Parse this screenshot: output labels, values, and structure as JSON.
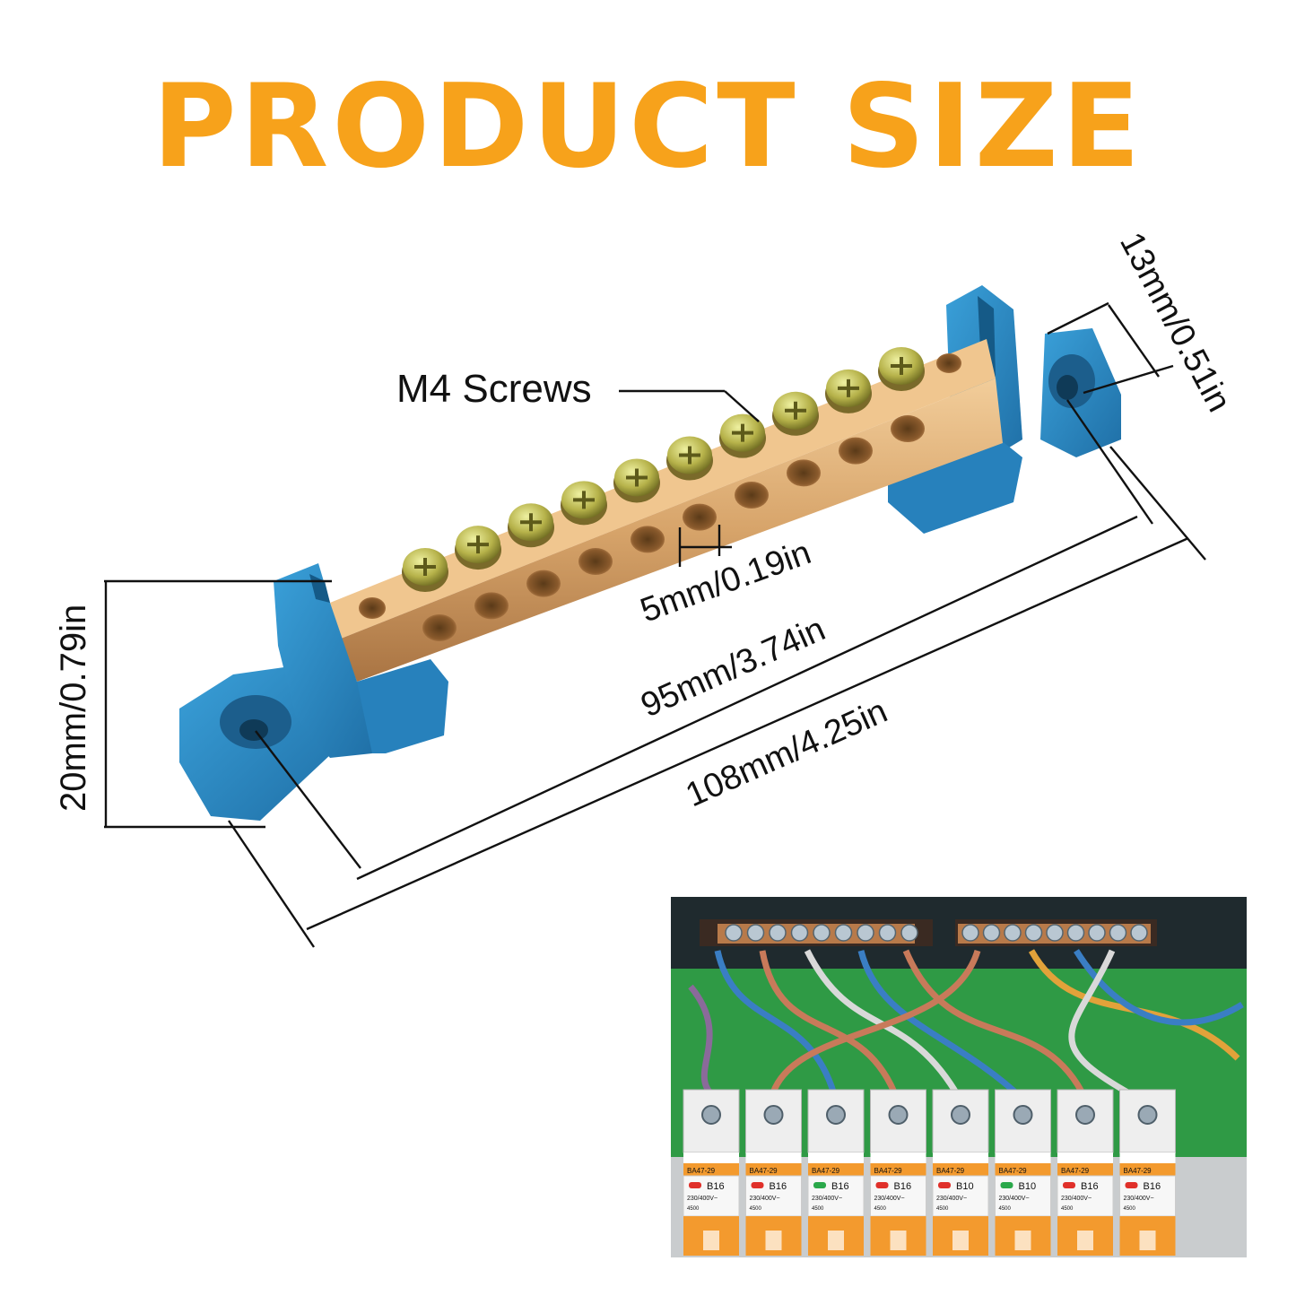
{
  "title": "PRODUCT SIZE",
  "labels": {
    "screws": "M4 Screws",
    "hole": "5mm/0.19in",
    "bar_length": "95mm/3.74in",
    "total_length": "108mm/4.25in",
    "height": "20mm/0.79in",
    "width": "13mm/0.51in"
  },
  "breakers": {
    "model": "BA47-29",
    "rating": "B16",
    "rating_alt": "B10",
    "voltage": "230/400V~",
    "code": "4500",
    "count": 8
  },
  "colors": {
    "title": "#f7a21b",
    "base": "#2f8ec9",
    "brass": "#d7a46a",
    "screw": "#b6b24a",
    "panel": "#2f9a45",
    "breaker_handle": "#f39a2e"
  }
}
